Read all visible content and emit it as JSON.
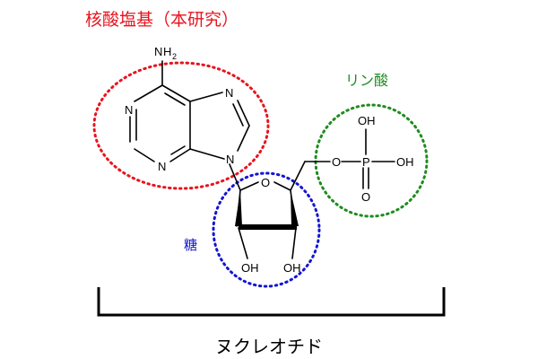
{
  "labels": {
    "nucleobase": "核酸塩基（本研究）",
    "phosphate": "リン酸",
    "sugar": "糖",
    "nucleotide": "ヌクレオチド"
  },
  "atoms": {
    "nh2_n": "N",
    "nh2_h": "H",
    "nh2_sub": "2",
    "n1": "N",
    "n3": "N",
    "n7": "N",
    "n9": "N",
    "ring_o": "O",
    "oh_left": "OH",
    "oh_right": "OH",
    "link_o": "O",
    "p": "P",
    "p_oh_top": "OH",
    "p_oh_right": "OH",
    "p_o_bottom": "O"
  },
  "colors": {
    "nucleobase": "#e8141e",
    "sugar": "#1414d2",
    "phosphate": "#1e8c1e",
    "ink": "#000000"
  }
}
